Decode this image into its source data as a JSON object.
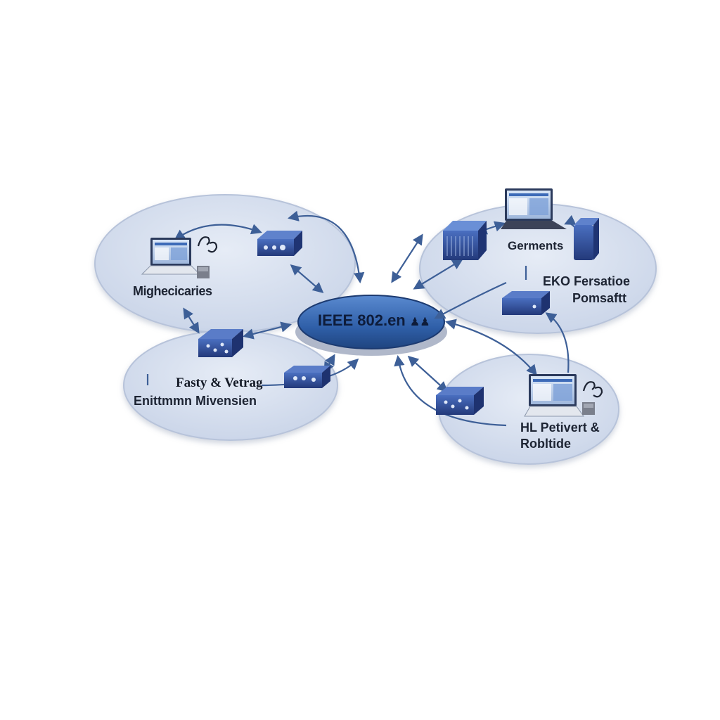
{
  "hub": {
    "label": "IEEE 802.en",
    "badge_icon": "people-icon"
  },
  "clusters": [
    {
      "id": "top-left",
      "labels": [
        "Mighecicaries"
      ]
    },
    {
      "id": "bottom-left",
      "labels": [
        "Fasty & Vetrag",
        "Enittmmn Mivensien"
      ]
    },
    {
      "id": "top-right",
      "labels": [
        "Germents",
        "EKO Fersatioe",
        "Pomsaftt"
      ]
    },
    {
      "id": "bottom-right",
      "labels": [
        "HL Petivert &",
        "Robltide"
      ]
    }
  ],
  "colors": {
    "background": "#ffffff",
    "ellipse_fill": "#d9e1ef",
    "ellipse_edge": "#b7c3da",
    "hub_fill": "#3e6fb8",
    "device_blue": "#2f4e9b",
    "arrow": "#3d5f97"
  },
  "icons": [
    "laptop-icon",
    "switch-icon",
    "router-icon",
    "server-rack-icon",
    "phone-icon",
    "handset-icon",
    "wifi-icon",
    "access-point-icon",
    "hub-device-icon"
  ]
}
